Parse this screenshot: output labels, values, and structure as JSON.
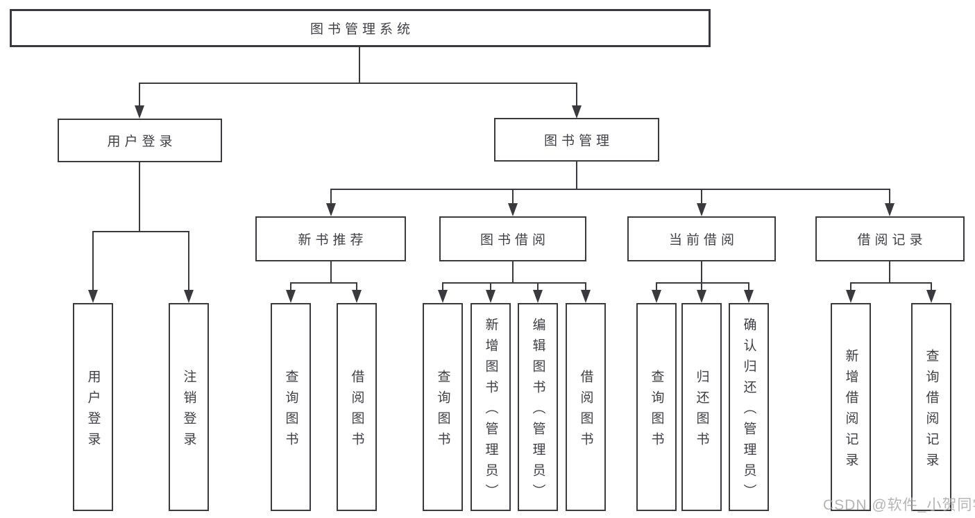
{
  "diagram": {
    "root": "图书管理系统",
    "branches": [
      {
        "label": "用户登录",
        "children": [
          {
            "label": "用户登录"
          },
          {
            "label": "注销登录"
          }
        ]
      },
      {
        "label": "图书管理",
        "children": [
          {
            "label": "新书推荐",
            "children": [
              {
                "label": "查询图书"
              },
              {
                "label": "借阅图书"
              }
            ]
          },
          {
            "label": "图书借阅",
            "children": [
              {
                "label": "查询图书"
              },
              {
                "label": "新增图书（管理员）"
              },
              {
                "label": "编辑图书（管理员）"
              },
              {
                "label": "借阅图书"
              }
            ]
          },
          {
            "label": "当前借阅",
            "children": [
              {
                "label": "查询图书"
              },
              {
                "label": "归还图书"
              },
              {
                "label": "确认归还（管理员）"
              }
            ]
          },
          {
            "label": "借阅记录",
            "children": [
              {
                "label": "新增借阅记录"
              },
              {
                "label": "查询借阅记录"
              }
            ]
          }
        ]
      }
    ]
  },
  "watermark": {
    "text": "CSDN @软件_小贺同学"
  },
  "colors": {
    "line": "#3a3a3e",
    "text": "#3f3f44",
    "background": "#ffffff",
    "watermark": "#a8a8a8"
  }
}
